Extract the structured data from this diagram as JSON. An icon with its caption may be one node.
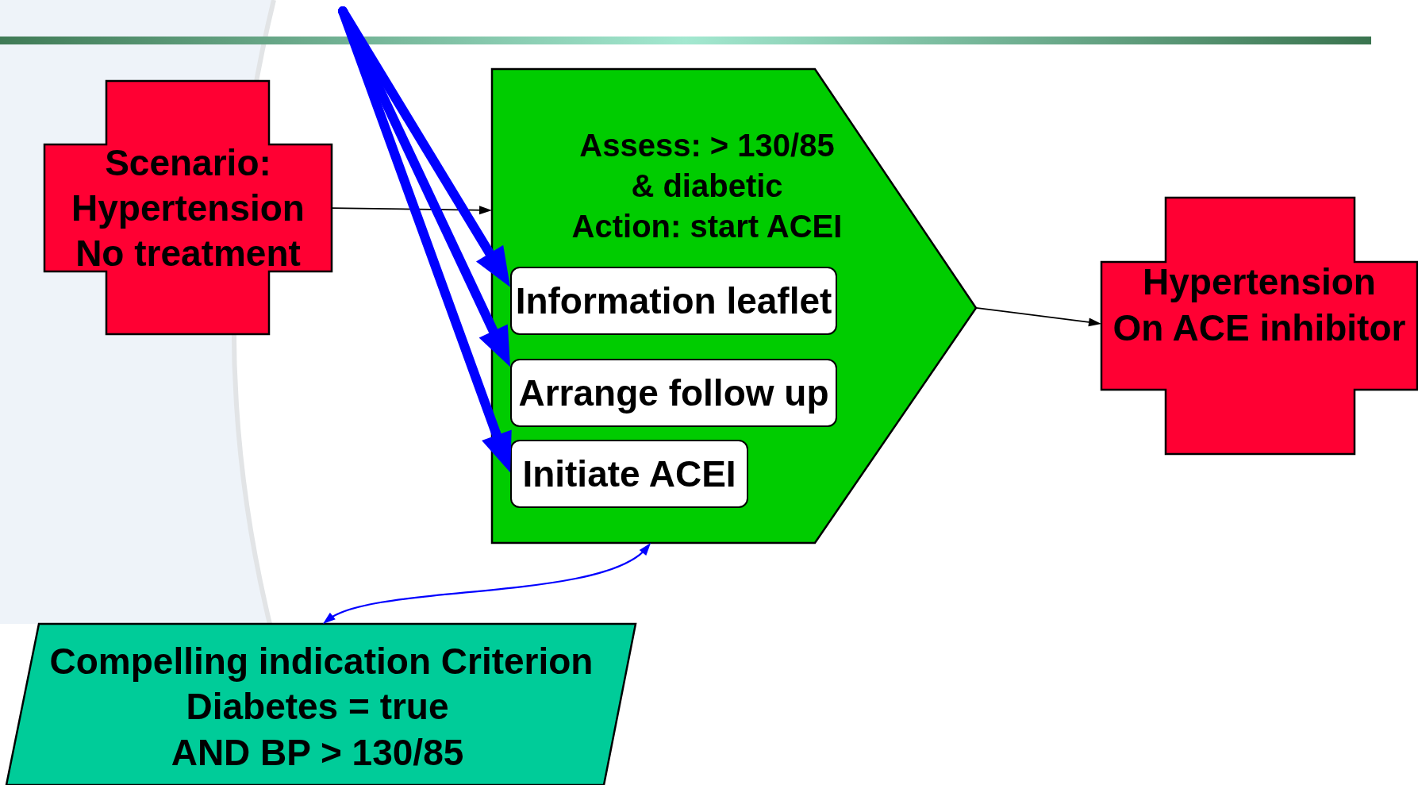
{
  "diagram": {
    "nodes": [
      {
        "text": [
          "Scenario: Hypertension No treatment"
        ]
      },
      {
        "text": [
          "Assess: > 130/85 & diabetic",
          "Action: start ACEI"
        ]
      },
      {
        "text": [
          "Information leaflet"
        ],
        "in": 1
      },
      {
        "text": [
          "Arrange follow up"
        ],
        "in": 1
      },
      {
        "text": [
          "Initiate ACEI"
        ],
        "in": 1
      },
      {
        "text": [
          "Hypertension",
          "On ACE inhibitor"
        ]
      },
      {
        "text": [
          "Compelling indication Criterion",
          "Diabetes = true AND BP > 130/85"
        ]
      }
    ],
    "edges": [
      {
        "from": 0,
        "to": 1,
        "arrow": "to",
        "color": "#000000"
      },
      {
        "from": 1,
        "to": 5,
        "arrow": "to",
        "color": "#000000"
      },
      {
        "from": null,
        "to": 2,
        "arrow": "to",
        "style": "thick"
      },
      {
        "from": null,
        "to": 3,
        "arrow": "to",
        "style": "thick"
      },
      {
        "from": null,
        "to": 4,
        "arrow": "to",
        "style": "thick"
      },
      {
        "from": 6,
        "to": 1,
        "arrow": "both"
      }
    ]
  }
}
